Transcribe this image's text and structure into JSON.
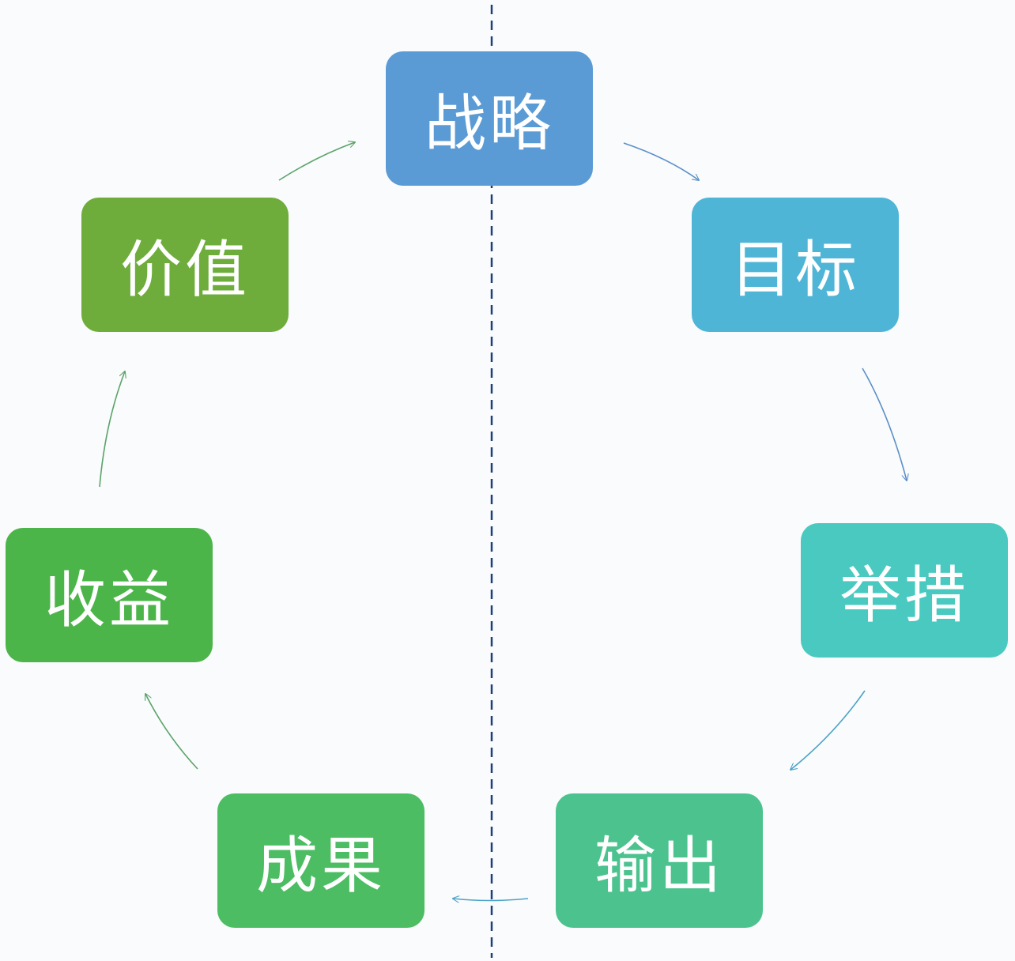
{
  "diagram": {
    "nodes": [
      {
        "id": "strategy",
        "label": "战略",
        "color": "#5b9bd5"
      },
      {
        "id": "goal",
        "label": "目标",
        "color": "#4fb5d6"
      },
      {
        "id": "action",
        "label": "举措",
        "color": "#49c9bf"
      },
      {
        "id": "output",
        "label": "输出",
        "color": "#4cc28e"
      },
      {
        "id": "result",
        "label": "成果",
        "color": "#4cbd62"
      },
      {
        "id": "benefit",
        "label": "收益",
        "color": "#4cb54a"
      },
      {
        "id": "value",
        "label": "价值",
        "color": "#6ead3b"
      }
    ],
    "edges": [
      {
        "from": "strategy",
        "to": "goal",
        "color": "#5b8fc8"
      },
      {
        "from": "goal",
        "to": "action",
        "color": "#5b8fc8"
      },
      {
        "from": "action",
        "to": "output",
        "color": "#4aa3c8"
      },
      {
        "from": "output",
        "to": "result",
        "color": "#4aa3c8"
      },
      {
        "from": "result",
        "to": "benefit",
        "color": "#5aa36a"
      },
      {
        "from": "benefit",
        "to": "value",
        "color": "#5aa36a"
      },
      {
        "from": "value",
        "to": "strategy",
        "color": "#5a9a55"
      }
    ],
    "divider_color": "#1f3f7a"
  }
}
